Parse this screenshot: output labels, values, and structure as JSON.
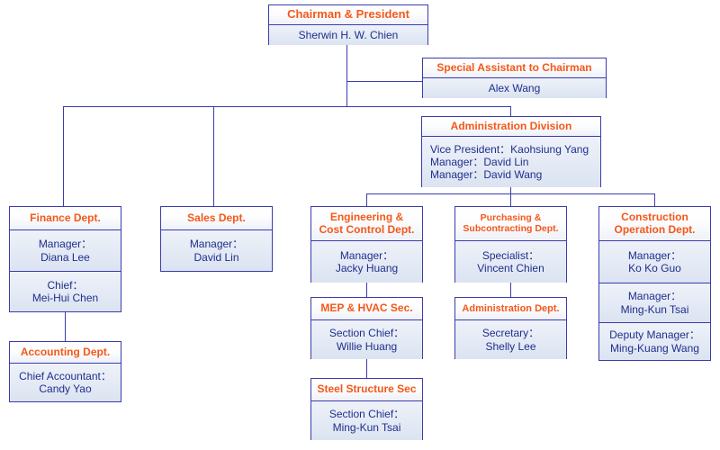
{
  "meta": {
    "title": "Organization Chart",
    "accent_header_color": "#f4581a",
    "text_color": "#1f2f8c",
    "border_color": "#3c3cad",
    "background_color": "#ffffff"
  },
  "nodes": {
    "chairman": {
      "header": "Chairman & President",
      "rows": [
        "Sherwin H. W. Chien"
      ]
    },
    "special_assistant": {
      "header": "Special Assistant to Chairman",
      "rows": [
        "Alex Wang"
      ]
    },
    "administration_division": {
      "header": "Administration Division",
      "rows": [
        "Vice President：Kaohsiung Yang",
        "Manager：David Lin",
        "Manager：David Wang"
      ]
    },
    "finance": {
      "header": "Finance Dept.",
      "rows": [
        {
          "label": "Manager：",
          "value": "Diana Lee"
        },
        {
          "label": "Chief：",
          "value": "Mei-Hui Chen"
        }
      ]
    },
    "accounting": {
      "header": "Accounting Dept.",
      "rows": [
        {
          "label": "Chief Accountant：",
          "value": "Candy Yao"
        }
      ]
    },
    "sales": {
      "header": "Sales Dept.",
      "rows": [
        {
          "label": "Manager：",
          "value": "David Lin"
        }
      ]
    },
    "engineering": {
      "header": "Engineering &\nCost Control Dept.",
      "header_line1": "Engineering &",
      "header_line2": "Cost Control Dept.",
      "rows": [
        {
          "label": "Manager：",
          "value": "Jacky Huang"
        }
      ]
    },
    "mep_hvac": {
      "header": "MEP & HVAC Sec.",
      "rows": [
        {
          "label": "Section Chief：",
          "value": "Willie Huang"
        }
      ]
    },
    "steel_structure": {
      "header": "Steel Structure Sec",
      "rows": [
        {
          "label": "Section Chief：",
          "value": "Ming-Kun Tsai"
        }
      ]
    },
    "purchasing": {
      "header_line1": "Purchasing &",
      "header_line2": "Subcontracting Dept.",
      "rows": [
        {
          "label": "Specialist：",
          "value": "Vincent Chien"
        }
      ]
    },
    "admin_dept": {
      "header": "Administration Dept.",
      "rows": [
        {
          "label": "Secretary：",
          "value": "Shelly Lee"
        }
      ]
    },
    "construction": {
      "header_line1": "Construction",
      "header_line2": "Operation Dept.",
      "rows": [
        {
          "label": "Manager：",
          "value": "Ko Ko Guo"
        },
        {
          "label": "Manager：",
          "value": "Ming-Kun Tsai"
        },
        {
          "label": "Deputy Manager：",
          "value": "Ming-Kuang Wang"
        }
      ]
    }
  }
}
